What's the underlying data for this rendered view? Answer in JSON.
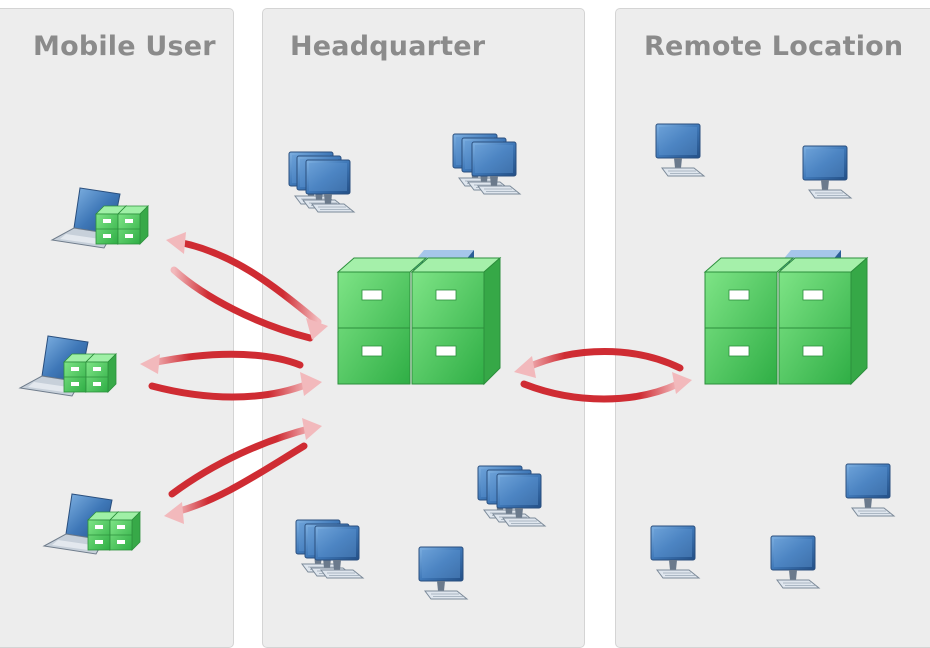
{
  "panels": {
    "mobile": {
      "title": "Mobile User"
    },
    "headquarter": {
      "title": "Headquarter"
    },
    "remote": {
      "title": "Remote Location"
    }
  },
  "colors": {
    "panel_bg": "#ededed",
    "title": "#8b8b8b",
    "arrow": "#cf2c33",
    "cabinet": "#4cbf58",
    "monitor": "#3f78b8",
    "tower": "#4d80bd"
  },
  "icons": {
    "laptop": "laptop-with-file-cabinet-icon",
    "workstation": "desktop-computer-icon",
    "server": "file-server-icon",
    "sync_arrow": "sync-arrow-icon"
  }
}
